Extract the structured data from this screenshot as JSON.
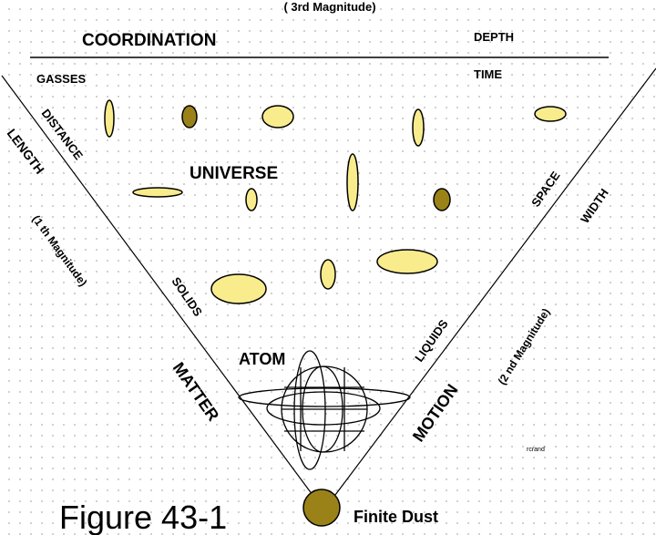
{
  "labels": {
    "third_magnitude": "( 3rd Magnitude)",
    "coordination": "COORDINATION",
    "depth": "DEPTH",
    "gasses": "GASSES",
    "time": "TIME",
    "distance": "DISTANCE",
    "length": "LENGTH",
    "first_magnitude": "(1 th Magnitude)",
    "universe": "UNIVERSE",
    "solids": "SOLIDS",
    "matter": "MATTER",
    "atom": "ATOM",
    "liquids": "LIQUIDS",
    "motion": "MOTION",
    "second_magnitude": "(2 nd Magnitude)",
    "space": "SPACE",
    "width": "WIDTH",
    "small_note": "rcrand",
    "figure": "Figure 43-1",
    "finite_dust": "Finite Dust"
  },
  "colors": {
    "body_yellow": "#f8ec8c",
    "body_olive": "#9a8218",
    "line": "#000000"
  }
}
